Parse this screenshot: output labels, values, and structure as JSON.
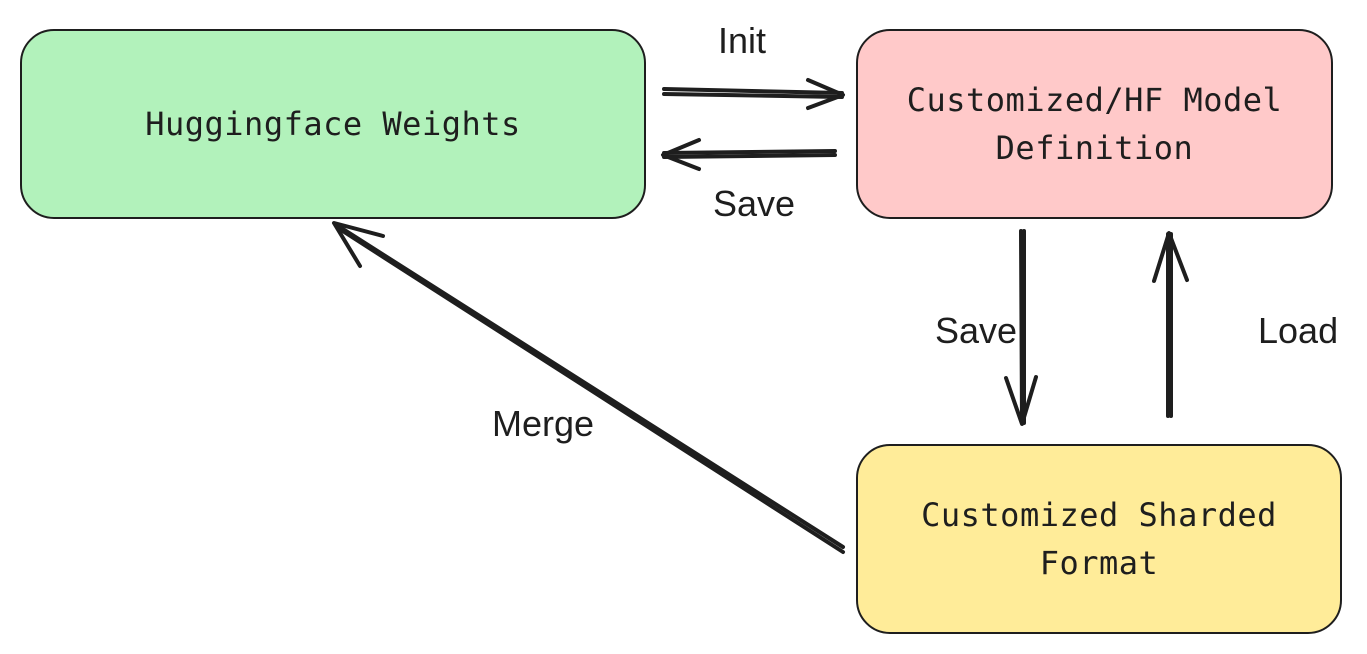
{
  "colors": {
    "huggingface_weights_fill": "#b2f2bb",
    "model_definition_fill": "#ffc9c9",
    "sharded_format_fill": "#ffec99",
    "stroke": "#1e1e1e",
    "background": "#ffffff"
  },
  "nodes": {
    "huggingface_weights": {
      "label": "Huggingface Weights"
    },
    "model_definition": {
      "label": "Customized/HF Model\nDefinition"
    },
    "sharded_format": {
      "label": "Customized Sharded\nFormat"
    }
  },
  "edges": {
    "init": {
      "label": "Init",
      "from": "Huggingface Weights",
      "to": "Customized/HF Model Definition"
    },
    "save_to_weights": {
      "label": "Save",
      "from": "Customized/HF Model Definition",
      "to": "Huggingface Weights"
    },
    "save_to_sharded": {
      "label": "Save",
      "from": "Customized/HF Model Definition",
      "to": "Customized Sharded Format"
    },
    "load": {
      "label": "Load",
      "from": "Customized Sharded Format",
      "to": "Customized/HF Model Definition"
    },
    "merge": {
      "label": "Merge",
      "from": "Customized Sharded Format",
      "to": "Huggingface Weights"
    }
  }
}
